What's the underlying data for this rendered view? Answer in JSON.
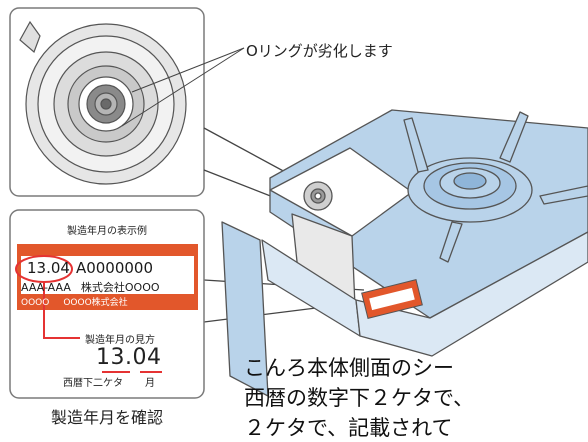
{
  "oring_callout": "Oリングが劣化します",
  "date_sample": {
    "title": "製造年月の表示例",
    "date_code": "13.04",
    "lot_code": "A0000000",
    "line2_code": "AAA-AAA",
    "line2_company": "株式会社OOOO",
    "line3_code": "OOOO",
    "line3_company": "OOOO株式会社",
    "howto_label": "製造年月の見方",
    "big_date": "13.04",
    "year_label": "西暦下二ケタ",
    "month_label": "月"
  },
  "caption": "製造年月を確認",
  "description_lines": [
    "こんろ本体側面のシー",
    "西暦の数字下２ケタで、",
    "２ケタで、記載されて"
  ],
  "colors": {
    "stove_blue": "#b9d3ea",
    "stove_outline": "#555555",
    "label_orange": "#e2572b",
    "highlight_red": "#e53333",
    "box_border": "#7a7a7a"
  }
}
